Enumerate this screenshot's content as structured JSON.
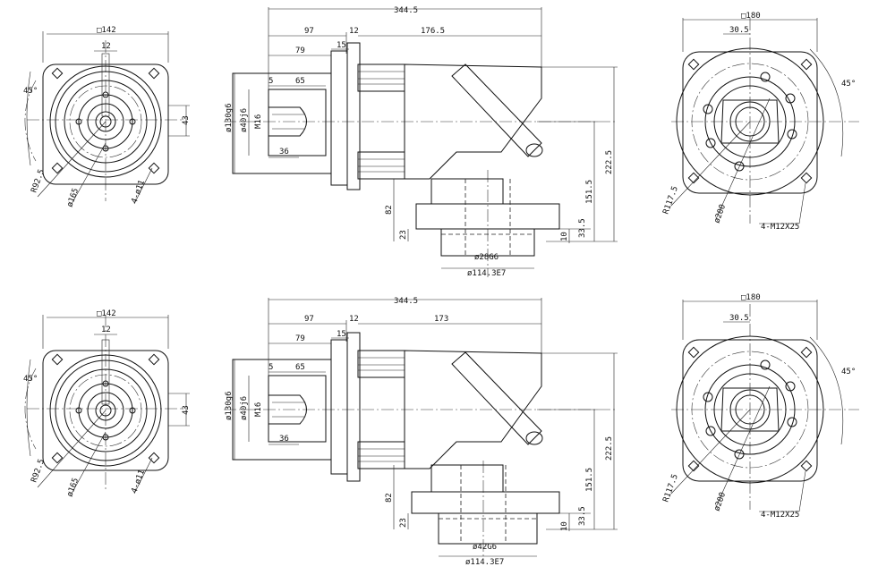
{
  "drawings": [
    {
      "front_view": {
        "square": "□142",
        "key_width": "12",
        "angle": "45°",
        "side": "43",
        "bolt_circle": "R92.5",
        "pilot": "ø165",
        "holes": "4-ø11"
      },
      "side_view": {
        "total_length": "344.5",
        "d97": "97",
        "d12": "12",
        "d_right": "176.5",
        "d79": "79",
        "d15": "15",
        "d65": "65",
        "d5": "5",
        "d36": "36",
        "flange_dia": "ø130g6",
        "shaft_dia": "ø40j6",
        "thread": "M16",
        "height_total": "222.5",
        "height_mid": "151.5",
        "d82": "82",
        "d23": "23",
        "d33_5": "33.5",
        "d10": "10",
        "bore": "ø28G6",
        "spigot": "ø114.3E7"
      },
      "rear_view": {
        "square": "□180",
        "offset": "30.5",
        "angle": "45°",
        "radius": "R117.5",
        "pcd": "ø200",
        "taps": "4-M12X25"
      }
    },
    {
      "front_view": {
        "square": "□142",
        "key_width": "12",
        "angle": "45°",
        "side": "43",
        "bolt_circle": "R92.5",
        "pilot": "ø165",
        "holes": "4-ø11"
      },
      "side_view": {
        "total_length": "344.5",
        "d97": "97",
        "d12": "12",
        "d_right": "173",
        "d79": "79",
        "d15": "15",
        "d65": "65",
        "d5": "5",
        "d36": "36",
        "flange_dia": "ø130g6",
        "shaft_dia": "ø40j6",
        "thread": "M16",
        "height_total": "222.5",
        "height_mid": "151.5",
        "d82": "82",
        "d23": "23",
        "d33_5": "33.5",
        "d10": "10",
        "bore": "ø42G6",
        "spigot": "ø114.3E7"
      },
      "rear_view": {
        "square": "□180",
        "offset": "30.5",
        "angle": "45°",
        "radius": "R117.5",
        "pcd": "ø200",
        "taps": "4-M12X25"
      }
    }
  ]
}
